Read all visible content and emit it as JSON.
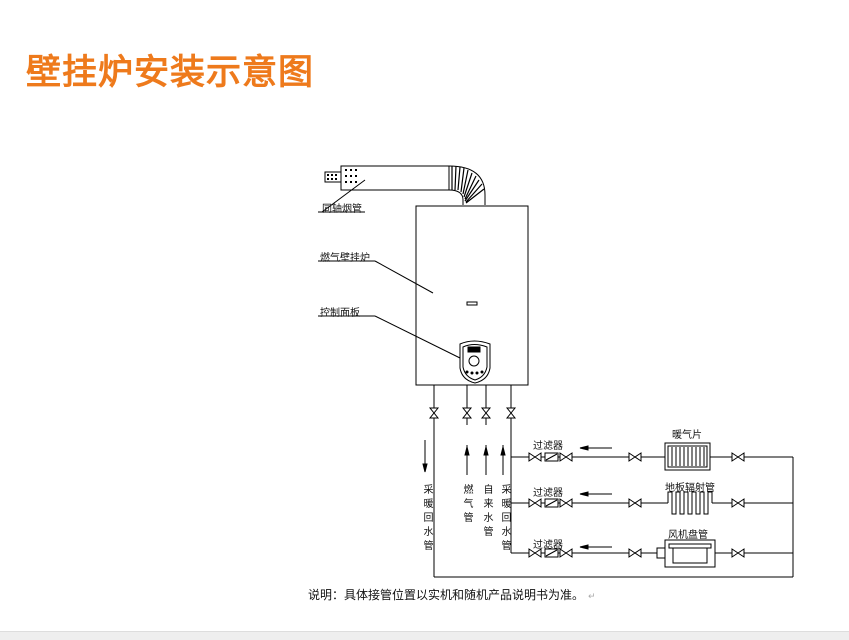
{
  "title": "壁挂炉安装示意图",
  "labels": {
    "flue": "同轴烟管",
    "boiler": "燃气壁挂炉",
    "panel": "控制面板",
    "return_left": "采暖回水管",
    "gas": "燃气管",
    "tap_water": "自来水管",
    "return_right": "采暖回水管",
    "filter1": "过滤器",
    "filter2": "过滤器",
    "filter3": "过滤器",
    "radiator": "暖气片",
    "floor_heating": "地板辐射管",
    "fan_coil": "风机盘管"
  },
  "note": "说明：具体接管位置以实机和随机产品说明书为准。",
  "note_mark": "↵",
  "colors": {
    "title": "#ee7a1c",
    "line": "#000000"
  }
}
